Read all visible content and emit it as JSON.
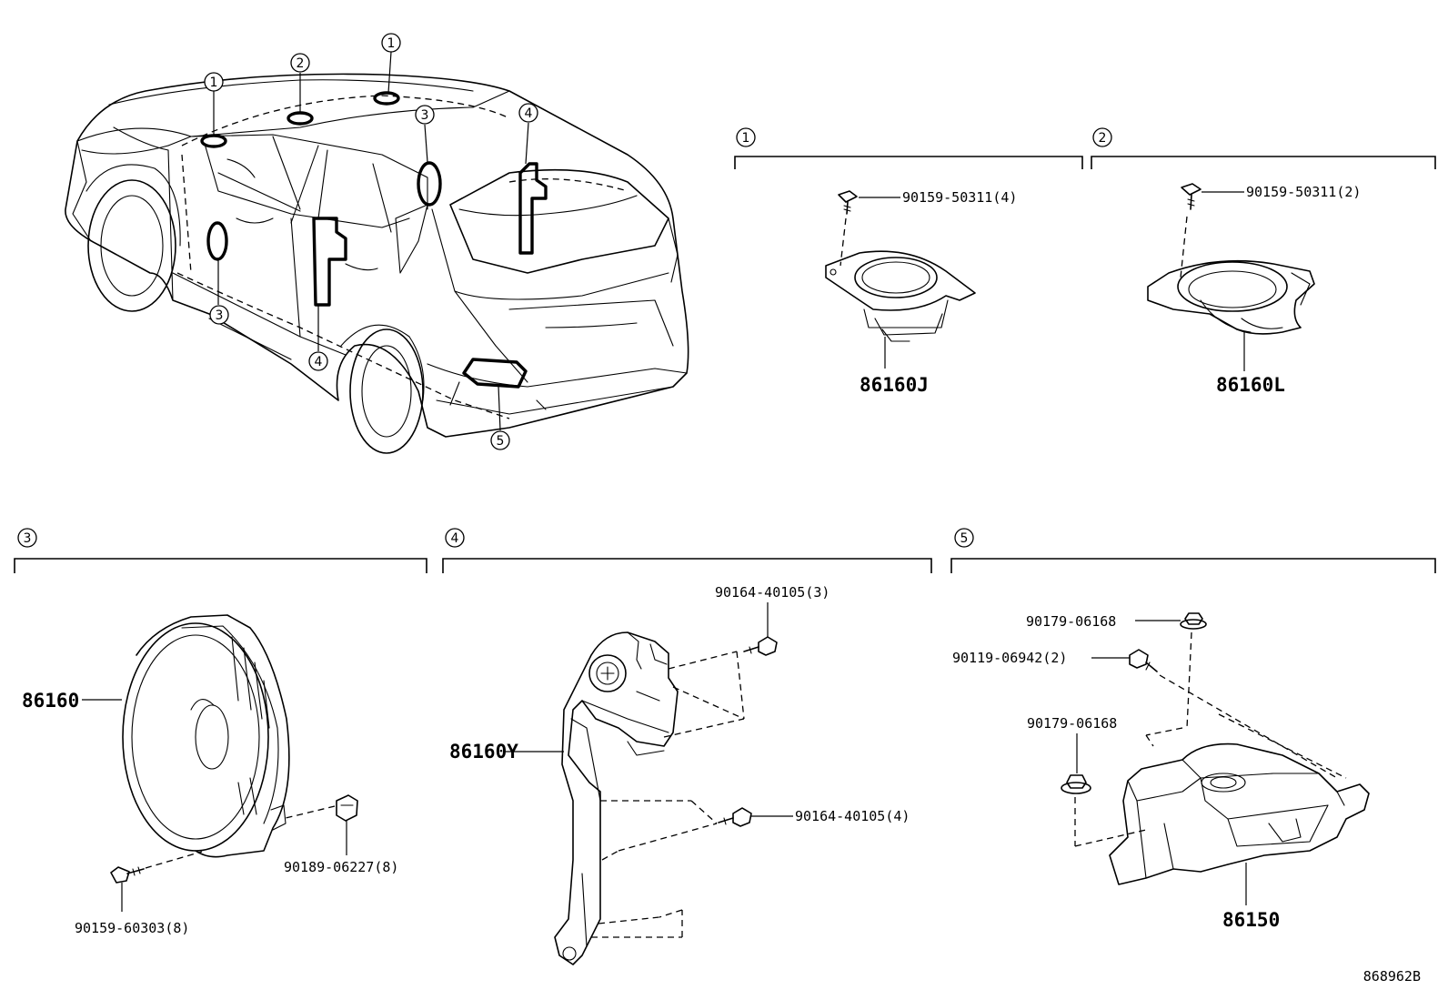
{
  "diagram_code": "868962B",
  "callouts": {
    "c1": "1",
    "c2": "2",
    "c3": "3",
    "c4": "4",
    "c5": "5"
  },
  "parts": {
    "sec1_screw": "90159-50311(4)",
    "sec1_speaker": "86160J",
    "sec2_screw": "90159-50311(2)",
    "sec2_speaker": "86160L",
    "sec3_speaker": "86160",
    "sec3_clip": "90189-06227(8)",
    "sec3_screw": "90159-60303(8)",
    "sec4_bolt_top": "90164-40105(3)",
    "sec4_speaker": "86160Y",
    "sec4_bolt_bottom": "90164-40105(4)",
    "sec5_nut_top": "90179-06168",
    "sec5_bolt": "90119-06942(2)",
    "sec5_nut_left": "90179-06168",
    "sec5_amplifier": "86150"
  }
}
